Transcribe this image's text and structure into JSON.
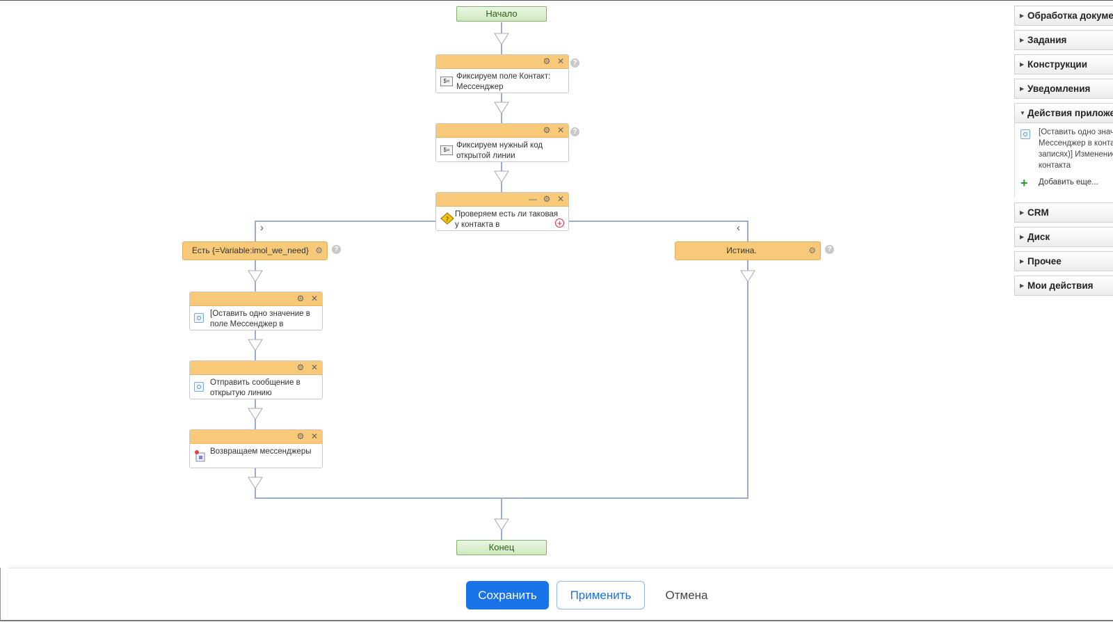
{
  "workflow": {
    "start_label": "Начало",
    "end_label": "Конец",
    "step1": "Фиксируем поле Контакт: Мессенджер",
    "step2": "Фиксируем нужный код открытой линии",
    "condition": "Проверяем есть ли таковая у контакта в",
    "branch_left": "Есть {=Variable:imol_we_need}",
    "branch_right": "Истина.",
    "left_step1": "[Оставить одно значение в поле Мессенджер в",
    "left_step2": "Отправить сообщение в открытую линию",
    "left_step3": "Возвращаем мессенджеры",
    "icons": {
      "setvar": "$=",
      "help": "?",
      "gear": "⚙",
      "close": "✕",
      "minimize": "—",
      "plus": "+",
      "chevron_right": "›",
      "chevron_left": "‹"
    }
  },
  "panel": {
    "sections": [
      "Обработка документов",
      "Задания",
      "Конструкции",
      "Уведомления",
      "Действия приложений",
      "CRM",
      "Диск",
      "Прочее",
      "Мои действия"
    ],
    "expanded_item_text": "[Оставить одно значение в поле Мессенджер в контакте (в связанных записях)] Изменение мессенджеров контакта",
    "add_more": "Добавить еще..."
  },
  "footer": {
    "save": "Сохранить",
    "apply": "Применить",
    "cancel": "Отмена"
  },
  "colors": {
    "action_header": "#f7c979",
    "terminal": "#cfe9bf",
    "connector": "#9aaecb",
    "primary": "#1a73e8"
  }
}
